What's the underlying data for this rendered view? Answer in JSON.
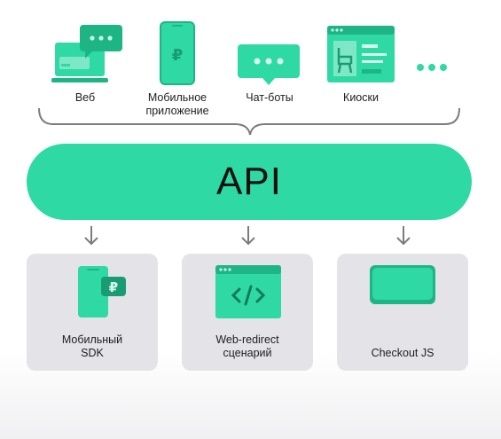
{
  "colors": {
    "accent": "#2ed9a3",
    "accent_dark": "#1eb585",
    "card_bg": "#e4e3e8",
    "arrow": "#7c7c80"
  },
  "channels": [
    {
      "id": "web",
      "label": "Веб",
      "icon": "laptop-chat-icon"
    },
    {
      "id": "mobile",
      "label": "Мобильное\nприложение",
      "icon": "phone-ruble-icon"
    },
    {
      "id": "chatbots",
      "label": "Чат-боты",
      "icon": "chat-bubble-icon"
    },
    {
      "id": "kiosks",
      "label": "Киоски",
      "icon": "kiosk-window-icon"
    },
    {
      "id": "more",
      "label": "",
      "icon": "more-dots-icon"
    }
  ],
  "api": {
    "label": "API"
  },
  "integrations": [
    {
      "id": "sdk",
      "label": "Мобильный\nSDK",
      "icon": "phone-ruble-icon"
    },
    {
      "id": "redirect",
      "label": "Web-redirect\nсценарий",
      "icon": "browser-code-icon"
    },
    {
      "id": "checkout",
      "label": "Checkout JS",
      "icon": "widget-icon"
    }
  ]
}
